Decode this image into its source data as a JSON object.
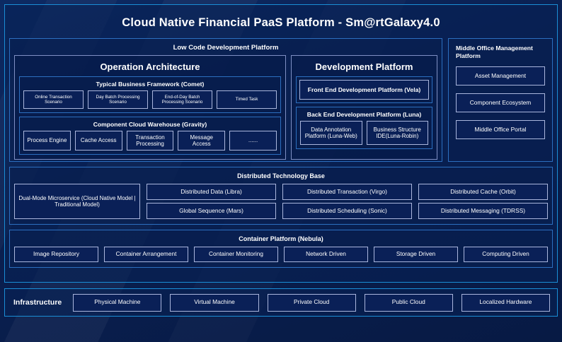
{
  "title": "Cloud Native Financial PaaS Platform - Sm@rtGalaxy4.0",
  "colors": {
    "background": "#0a1f4e",
    "outer_border": "#1a8ed6",
    "mid_border": "#2c6fc0",
    "leaf_border": "#aab6dd",
    "text": "#ffffff"
  },
  "low_code": {
    "title": "Low Code Development Platform",
    "operation_architecture": {
      "title": "Operation Architecture",
      "typical_business_framework": {
        "title": "Typical Business Framework (Comet)",
        "items": [
          "Online Transaction Scenario",
          "Day Batch Processing Scenario",
          "End-of-Day Batch Processing Scenario",
          "Timed Task"
        ]
      },
      "component_cloud_warehouse": {
        "title": "Component Cloud Warehouse (Gravity)",
        "items": [
          "Process Engine",
          "Cache Access",
          "Transaction Processing",
          "Message Access",
          "......"
        ]
      }
    },
    "development_platform": {
      "title": "Development Platform",
      "front_end": "Front End Development Platform (Vela)",
      "back_end": {
        "title": "Back End Development Platform (Luna)",
        "items": [
          "Data Annotation Platform (Luna-Web)",
          "Business Structure IDE(Luna-Robin)"
        ]
      }
    }
  },
  "middle_office": {
    "title": "Middle Office Management Platform",
    "items": [
      "Asset Management",
      "Component Ecosystem",
      "Middle Office Portal"
    ]
  },
  "distributed_technology_base": {
    "title": "Distributed Technology Base",
    "highlight": "Dual-Mode Microservice (Cloud Native Model | Traditional Model)",
    "items": [
      "Distributed Data (Libra)",
      "Distributed Transaction (Virgo)",
      "Distributed Cache (Orbit)",
      "Global Sequence (Mars)",
      "Distributed Scheduling (Sonic)",
      "Distributed Messaging (TDRSS)"
    ]
  },
  "container_platform": {
    "title": "Container Platform (Nebula)",
    "items": [
      "Image Repository",
      "Container Arrangement",
      "Container Monitoring",
      "Network Driven",
      "Storage Driven",
      "Computing Driven"
    ]
  },
  "infrastructure": {
    "label": "Infrastructure",
    "items": [
      "Physical Machine",
      "Virtual Machine",
      "Private Cloud",
      "Public Cloud",
      "Localized Hardware"
    ]
  }
}
